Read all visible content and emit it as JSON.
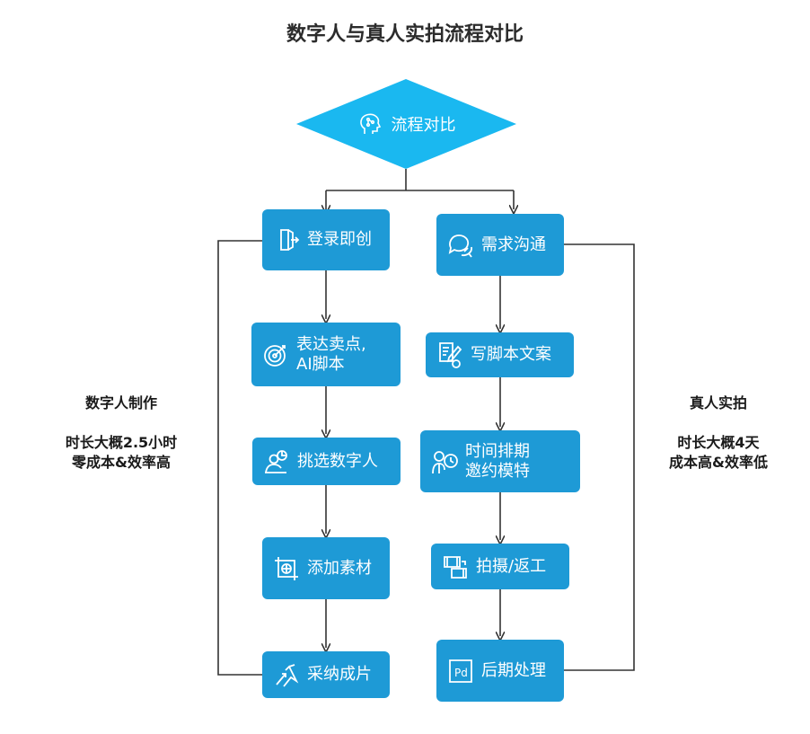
{
  "title": "数字人与真人实拍流程对比",
  "root": {
    "label": "流程对比",
    "icon": "head-circuit-icon"
  },
  "left_steps": [
    {
      "label": "登录即创",
      "icon": "login-door-icon"
    },
    {
      "label": "表达卖点,\nAI脚本",
      "icon": "target-icon"
    },
    {
      "label": "挑选数字人",
      "icon": "person-select-icon"
    },
    {
      "label": "添加素材",
      "icon": "crop-frame-icon"
    },
    {
      "label": "采纳成片",
      "icon": "export-arrows-icon"
    }
  ],
  "right_steps": [
    {
      "label": "需求沟通",
      "icon": "chat-bubbles-icon"
    },
    {
      "label": "写脚本文案",
      "icon": "script-edit-icon"
    },
    {
      "label": "时间排期\n邀约模特",
      "icon": "schedule-person-icon"
    },
    {
      "label": "拍摄/返工",
      "icon": "film-reel-icon"
    },
    {
      "label": "后期处理",
      "icon": "pd-file-icon"
    }
  ],
  "left_side": {
    "heading": "数字人制作",
    "line1": "时长大概2.5小时",
    "line2": "零成本&效率高"
  },
  "right_side": {
    "heading": "真人实拍",
    "line1": "时长大概4天",
    "line2": "成本高&效率低"
  },
  "colors": {
    "diamond": "#1ab8f0",
    "node": "#1e9ad6",
    "line": "#333333"
  }
}
